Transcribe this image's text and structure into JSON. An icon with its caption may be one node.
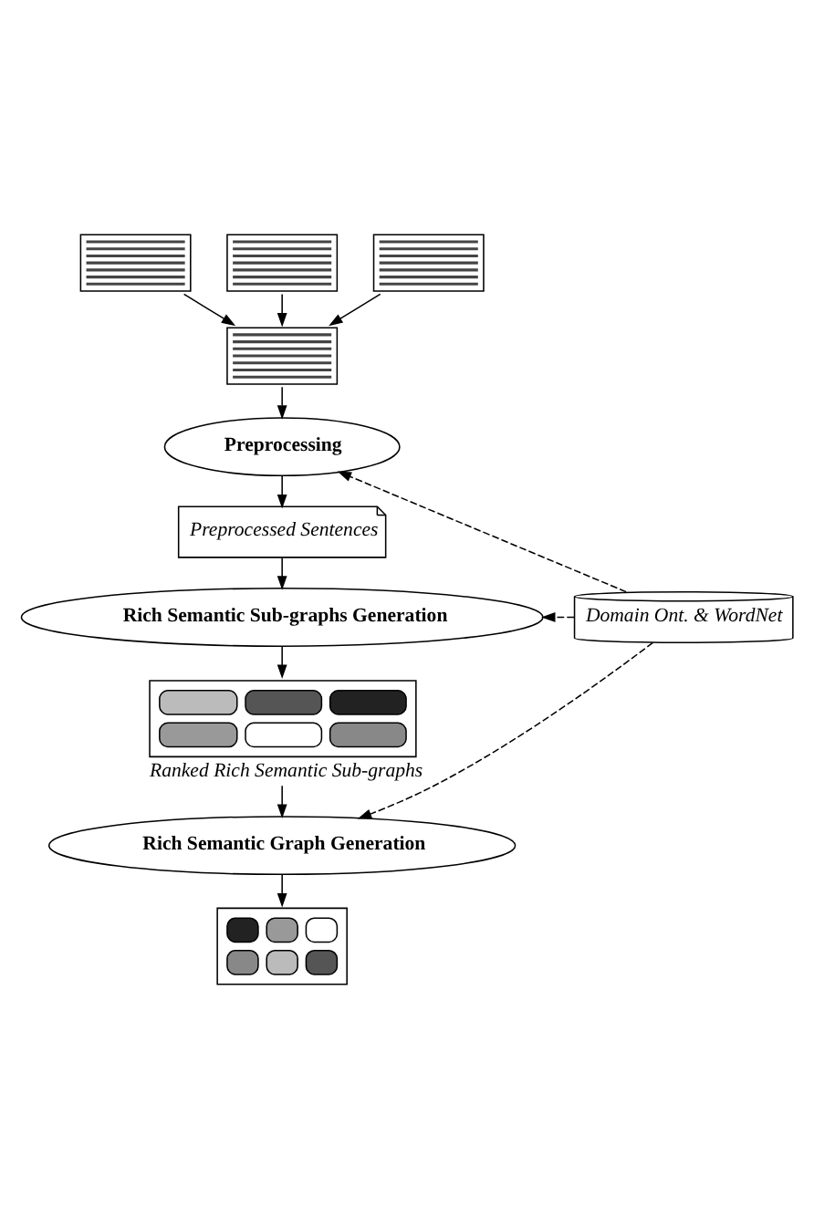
{
  "diagram": {
    "nodes": [
      {
        "text": [],
        "shape": "box"
      },
      {
        "text": [],
        "shape": "box"
      },
      {
        "text": [],
        "shape": "box"
      },
      {
        "text": [],
        "shape": "box"
      },
      {
        "text": [
          "Preprocessing"
        ]
      },
      {
        "text": [
          "Preprocessed Sentences"
        ]
      },
      {
        "text": [
          "Rich Semantic Sub-graphs Generation"
        ]
      },
      {
        "text": [
          "Domain Ont. & WordNet"
        ]
      },
      {
        "text": [],
        "shape": "picture",
        "beside": [
          "Ranked Rich Semantic Sub-graphs"
        ]
      },
      {
        "text": [
          "Rich Semantic Graph Generation"
        ]
      },
      {
        "text": [],
        "shape": "picture"
      }
    ],
    "edges": [
      {
        "from": 0,
        "to": 3,
        "arrow": "to"
      },
      {
        "from": 1,
        "to": 3,
        "arrow": "to"
      },
      {
        "from": 2,
        "to": 3,
        "arrow": "to"
      },
      {
        "from": 3,
        "to": 4,
        "arrow": "to"
      },
      {
        "from": 4,
        "to": 5,
        "arrow": "to"
      },
      {
        "from": 5,
        "to": 6,
        "arrow": "to"
      },
      {
        "from": 6,
        "to": 8,
        "arrow": "to"
      },
      {
        "from": 8,
        "to": 9,
        "arrow": "to"
      },
      {
        "from": 9,
        "to": 10,
        "arrow": "to"
      },
      {
        "from": 7,
        "to": 4,
        "arrow": "to",
        "style": "dashed"
      },
      {
        "from": 7,
        "to": 6,
        "arrow": "to",
        "style": "dashed"
      },
      {
        "from": 7,
        "to": 9,
        "arrow": "to",
        "style": "dashed"
      }
    ]
  }
}
